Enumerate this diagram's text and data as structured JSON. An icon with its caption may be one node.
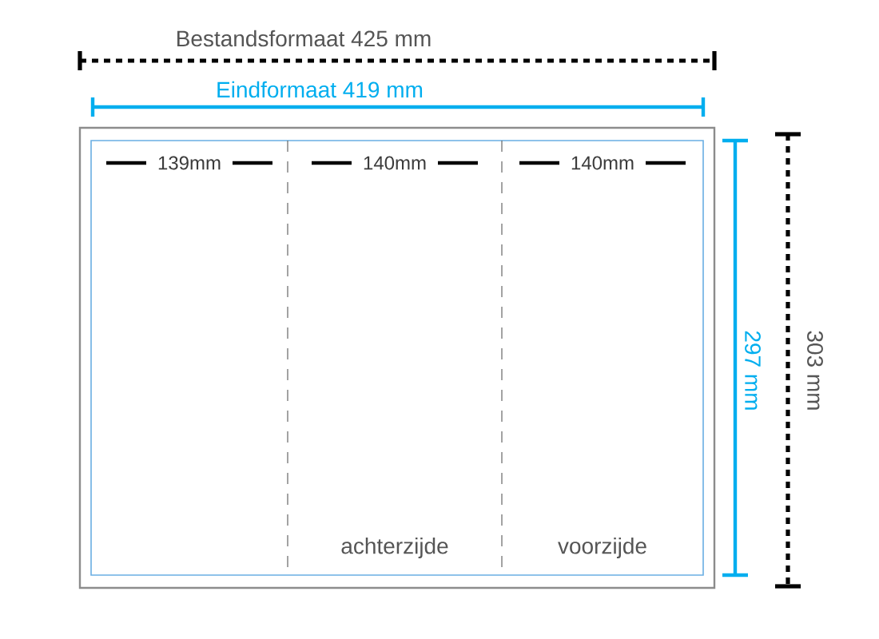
{
  "diagram": {
    "nodes": [
      {
        "text": [],
        "shape": "box"
      },
      {
        "text": [],
        "shape": "box",
        "in": 0
      },
      {
        "text": [
          "139mm"
        ],
        "in": 1
      },
      {
        "text": [
          "140mm",
          "achterzijde"
        ],
        "in": 1
      },
      {
        "text": [
          "140mm",
          "voorzijde"
        ],
        "in": 1
      }
    ],
    "labels": [
      "Bestandsformaat 425 mm",
      "Eindformaat 419 mm",
      "297 mm",
      "303 mm"
    ]
  }
}
